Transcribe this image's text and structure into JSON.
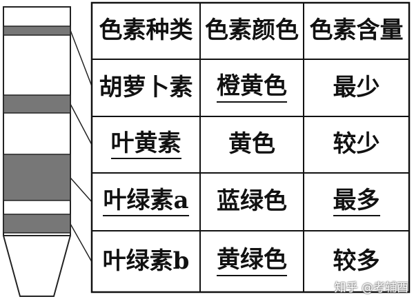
{
  "tube": {
    "bands": [
      {
        "pigment": "胡萝卜素",
        "shade": "#777777"
      },
      {
        "pigment": "叶黄素",
        "shade": "#777777"
      },
      {
        "pigment": "叶绿素a",
        "shade": "#777777"
      },
      {
        "pigment": "叶绿素b",
        "shade": "#777777"
      }
    ],
    "outline_color": "#222222"
  },
  "table": {
    "headers": [
      "色素种类",
      "色素颜色",
      "色素含量"
    ],
    "rows": [
      {
        "kind": "胡萝卜素",
        "color": "橙黄色",
        "amount": "最少"
      },
      {
        "kind": "叶黄素",
        "color": "黄色",
        "amount": "较少"
      },
      {
        "kind": "叶绿素a",
        "color": "蓝绿色",
        "amount": "最多"
      },
      {
        "kind": "叶绿素b",
        "color": "黄绿色",
        "amount": "较多"
      }
    ],
    "line_color": "#111111"
  },
  "watermark": "知乎 @考辅酉"
}
